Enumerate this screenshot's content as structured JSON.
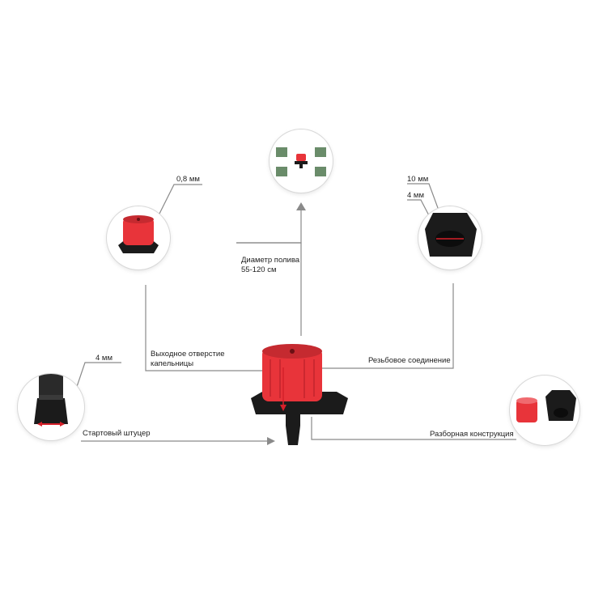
{
  "labels": {
    "orifice_size": "0,8 мм",
    "thread_outer": "10 мм",
    "thread_inner": "4 мм",
    "fitting_size": "4 мм",
    "diameter_line1": "Диаметр полива",
    "diameter_line2": "55-120 см",
    "outlet_line1": "Выходное отверстие",
    "outlet_line2": "капельницы",
    "thread_connection": "Резьбовое соединение",
    "start_fitting": "Стартовый штуцер",
    "collapsible": "Разборная конструкция"
  },
  "colors": {
    "red": "#e8343a",
    "red_dark": "#b8222a",
    "black": "#1b1b1b",
    "line": "#8a8a8a",
    "arrow_red": "#d6202a"
  }
}
